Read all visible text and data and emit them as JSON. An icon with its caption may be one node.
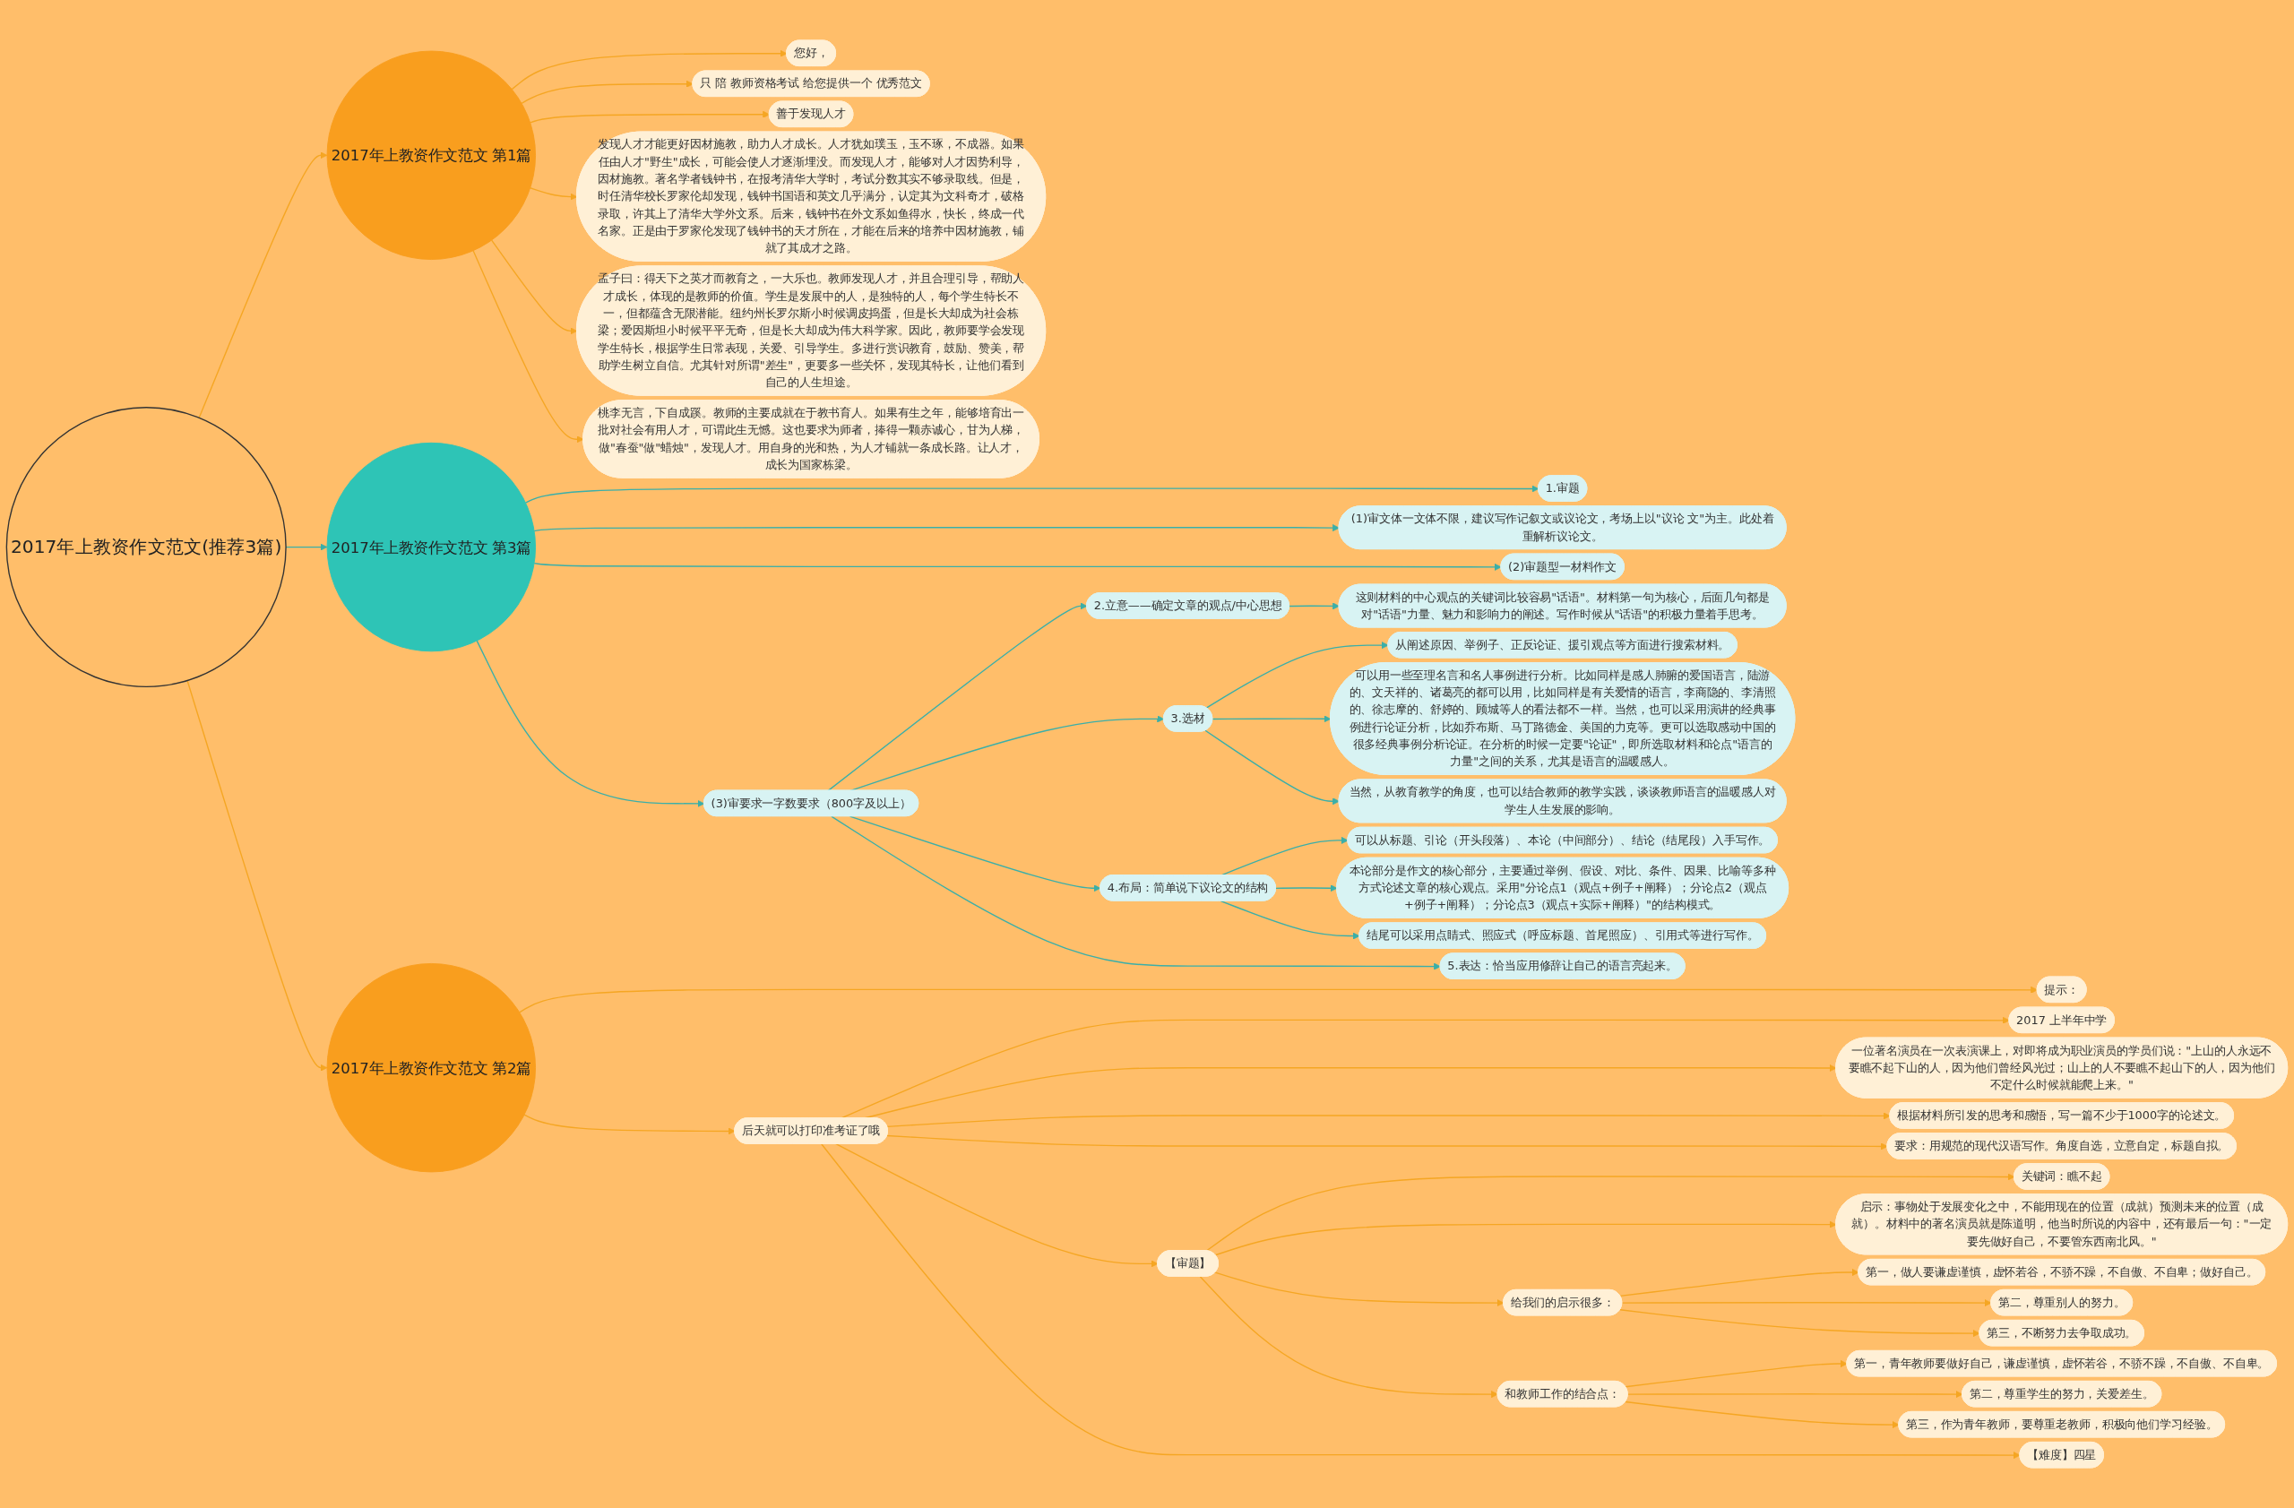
{
  "diagram": {
    "nodes": [
      {
        "text": [
          "2017年上教资作文范文(推荐3篇)"
        ]
      },
      {
        "text": [
          "2017年上教资作文范文 第1篇"
        ]
      },
      {
        "text": [
          "您好，"
        ]
      },
      {
        "text": [
          "只 陪 教师资格考试 给您提供一个 优秀范文"
        ]
      },
      {
        "text": [
          "善于发现人才"
        ]
      },
      {
        "text": [
          "发现人才才能更好因材施教，助力人才成长。人才犹如璞玉，玉不琢，不成器。如果任由人才\"野生\"成长，可能会使人才逐渐埋没。而发现人才，能够对人才因势利导，因材施教。著名学者钱钟书，在报考清华大学时，考试分数其实不够录取线。但是，时任清华校长罗家伦却发现，钱钟书国语和英文几乎满分，认定其为文科奇才，破格录取，许其上了清华大学外文系。后来，钱钟书在外文系如鱼得水，快长，终成一代名家。正是由于罗家伦发现了钱钟书的天才所在，才能在后来的培养中因材施教，铺就了其成才之路。"
        ]
      },
      {
        "text": [
          "孟子曰：得天下之英才而教育之，一大乐也。教师发现人才，并且合理引导，帮助人才成长，体现的是教师的价值。学生是发展中的人，是独特的人，每个学生特长不一，但都蕴含无限潜能。纽约州长罗尔斯小时候调皮捣蛋，但是长大却成为社会栋梁；爱因斯坦小时候平平无奇，但是长大却成为伟大科学家。因此，教师要学会发现学生特长，根据学生日常表现，关爱、引导学生。多进行赏识教育，鼓励、赞美，帮助学生树立自信。尤其针对所谓\"差生\"，更要多一些关怀，发现其特长，让他们看到自己的人生坦途。"
        ]
      },
      {
        "text": [
          "桃李无言，下自成蹊。教师的主要成就在于教书育人。如果有生之年，能够培育出一批对社会有用人才，可谓此生无憾。这也要求为师者，捧得一颗赤诚心，甘为人梯，做\"春蚕\"做\"蜡烛\"，发现人才。用自身的光和热，为人才铺就一条成长路。让人才，成长为国家栋梁。"
        ]
      },
      {
        "text": [
          "2017年上教资作文范文 第3篇"
        ]
      },
      {
        "text": [
          "1.审题"
        ]
      },
      {
        "text": [
          "(1)审文体一文体不限，建议写作记叙文或议论文，考场上以\"议论 文\"为主。此处着重解析议论文。"
        ]
      },
      {
        "text": [
          "(2)审题型一材料作文"
        ]
      },
      {
        "text": [
          "(3)审要求一字数要求（800字及以上）"
        ]
      },
      {
        "text": [
          "2.立意——确定文章的观点/中心思想"
        ]
      },
      {
        "text": [
          "这则材料的中心观点的关键词比较容易\"话语\"。材料第一句为核心，后面几句都是对\"话语\"力量、魅力和影响力的阐述。写作时候从\"话语\"的积极力量着手思考。"
        ]
      },
      {
        "text": [
          "3.选材"
        ]
      },
      {
        "text": [
          "从阐述原因、举例子、正反论证、援引观点等方面进行搜索材料。"
        ]
      },
      {
        "text": [
          "可以用一些至理名言和名人事例进行分析。比如同样是感人肺腑的爱国语言，陆游的、文天祥的、诸葛亮的都可以用，比如同样是有关爱情的语言，李商隐的、李清照的、徐志摩的、舒婷的、顾城等人的看法都不一样。当然，也可以采用演讲的经典事例进行论证分析，比如乔布斯、马丁路德金、美国的力克等。更可以选取感动中国的很多经典事例分析论证。在分析的时候一定要\"论证\"，即所选取材料和论点\"语言的力量\"之间的关系，尤其是语言的温暖感人。"
        ]
      },
      {
        "text": [
          "当然，从教育教学的角度，也可以结合教师的教学实践，谈谈教师语言的温暖感人对学生人生发展的影响。"
        ]
      },
      {
        "text": [
          "4.布局：简单说下议论文的结构"
        ]
      },
      {
        "text": [
          "可以从标题、引论（开头段落）、本论（中间部分）、结论（结尾段）入手写作。"
        ]
      },
      {
        "text": [
          "本论部分是作文的核心部分，主要通过举例、假设、对比、条件、因果、比喻等多种方式论述文章的核心观点。采用\"分论点1（观点+例子+阐释）；分论点2（观点+例子+阐释）；分论点3（观点+实际+阐释）\"的结构模式。"
        ]
      },
      {
        "text": [
          "结尾可以采用点睛式、照应式（呼应标题、首尾照应）、引用式等进行写作。"
        ]
      },
      {
        "text": [
          "5.表达：恰当应用修辞让自己的语言亮起来。"
        ]
      },
      {
        "text": [
          "2017年上教资作文范文 第2篇"
        ]
      },
      {
        "text": [
          "提示："
        ]
      },
      {
        "text": [
          "后天就可以打印准考证了哦"
        ]
      },
      {
        "text": [
          "2017 上半年中学"
        ]
      },
      {
        "text": [
          "一位著名演员在一次表演课上，对即将成为职业演员的学员们说：\"上山的人永远不要瞧不起下山的人，因为他们曾经风光过；山上的人不要瞧不起山下的人，因为他们不定什么时候就能爬上来。\""
        ]
      },
      {
        "text": [
          "根据材料所引发的思考和感悟，写一篇不少于1000字的论述文。"
        ]
      },
      {
        "text": [
          "要求：用规范的现代汉语写作。角度自选，立意自定，标题自拟。"
        ]
      },
      {
        "text": [
          "【审题】"
        ]
      },
      {
        "text": [
          "关键词：瞧不起"
        ]
      },
      {
        "text": [
          "启示：事物处于发展变化之中，不能用现在的位置（成就）预测未来的位置（成就）。材料中的著名演员就是陈道明，他当时所说的内容中，还有最后一句：\"一定要先做好自己，不要管东西南北风。\""
        ]
      },
      {
        "text": [
          "给我们的启示很多："
        ]
      },
      {
        "text": [
          "第一，做人要谦虚谨慎，虚怀若谷，不骄不躁，不自傲、不自卑；做好自己。"
        ]
      },
      {
        "text": [
          "第二，尊重别人的努力。"
        ]
      },
      {
        "text": [
          "第三，不断努力去争取成功。"
        ]
      },
      {
        "text": [
          "和教师工作的结合点："
        ]
      },
      {
        "text": [
          "第一，青年教师要做好自己，谦虚谨慎，虚怀若谷，不骄不躁，不自傲、不自卑。"
        ]
      },
      {
        "text": [
          "第二，尊重学生的努力，关爱差生。"
        ]
      },
      {
        "text": [
          "第三，作为青年教师，要尊重老教师，积极向他们学习经验。"
        ]
      },
      {
        "text": [
          "【难度】四星"
        ]
      }
    ],
    "edges": [
      {
        "from": 0,
        "to": 1,
        "arrow": "to"
      },
      {
        "from": 1,
        "to": 2,
        "arrow": "to"
      },
      {
        "from": 1,
        "to": 3,
        "arrow": "to"
      },
      {
        "from": 1,
        "to": 4,
        "arrow": "to"
      },
      {
        "from": 1,
        "to": 5,
        "arrow": "to"
      },
      {
        "from": 1,
        "to": 6,
        "arrow": "to"
      },
      {
        "from": 1,
        "to": 7,
        "arrow": "to"
      },
      {
        "from": 0,
        "to": 8,
        "arrow": "to",
        "color": "#3aafa9"
      },
      {
        "from": 8,
        "to": 9,
        "arrow": "to",
        "color": "#3aafa9"
      },
      {
        "from": 8,
        "to": 10,
        "arrow": "to",
        "color": "#3aafa9"
      },
      {
        "from": 8,
        "to": 11,
        "arrow": "to",
        "color": "#3aafa9"
      },
      {
        "from": 8,
        "to": 12,
        "arrow": "to",
        "color": "#3aafa9"
      },
      {
        "from": 12,
        "to": 13,
        "arrow": "to",
        "color": "#3aafa9"
      },
      {
        "from": 13,
        "to": 14,
        "arrow": "to",
        "color": "#3aafa9"
      },
      {
        "from": 12,
        "to": 15,
        "arrow": "to",
        "color": "#3aafa9"
      },
      {
        "from": 15,
        "to": 16,
        "arrow": "to",
        "color": "#3aafa9"
      },
      {
        "from": 15,
        "to": 17,
        "arrow": "to",
        "color": "#3aafa9"
      },
      {
        "from": 15,
        "to": 18,
        "arrow": "to",
        "color": "#3aafa9"
      },
      {
        "from": 12,
        "to": 19,
        "arrow": "to",
        "color": "#3aafa9"
      },
      {
        "from": 19,
        "to": 20,
        "arrow": "to",
        "color": "#3aafa9"
      },
      {
        "from": 19,
        "to": 21,
        "arrow": "to",
        "color": "#3aafa9"
      },
      {
        "from": 19,
        "to": 22,
        "arrow": "to",
        "color": "#3aafa9"
      },
      {
        "from": 12,
        "to": 23,
        "arrow": "to",
        "color": "#3aafa9"
      },
      {
        "from": 0,
        "to": 24,
        "arrow": "to"
      },
      {
        "from": 24,
        "to": 25,
        "arrow": "to"
      },
      {
        "from": 24,
        "to": 26,
        "arrow": "to"
      },
      {
        "from": 26,
        "to": 27,
        "arrow": "to"
      },
      {
        "from": 26,
        "to": 28,
        "arrow": "to"
      },
      {
        "from": 26,
        "to": 29,
        "arrow": "to"
      },
      {
        "from": 26,
        "to": 30,
        "arrow": "to"
      },
      {
        "from": 26,
        "to": 31,
        "arrow": "to"
      },
      {
        "from": 31,
        "to": 32,
        "arrow": "to"
      },
      {
        "from": 31,
        "to": 33,
        "arrow": "to"
      },
      {
        "from": 31,
        "to": 34,
        "arrow": "to"
      },
      {
        "from": 34,
        "to": 35,
        "arrow": "to"
      },
      {
        "from": 34,
        "to": 36,
        "arrow": "to"
      },
      {
        "from": 34,
        "to": 37,
        "arrow": "to"
      },
      {
        "from": 31,
        "to": 38,
        "arrow": "to"
      },
      {
        "from": 38,
        "to": 39,
        "arrow": "to"
      },
      {
        "from": 38,
        "to": 40,
        "arrow": "to"
      },
      {
        "from": 38,
        "to": 41,
        "arrow": "to"
      },
      {
        "from": 26,
        "to": 42,
        "arrow": "to"
      }
    ]
  }
}
